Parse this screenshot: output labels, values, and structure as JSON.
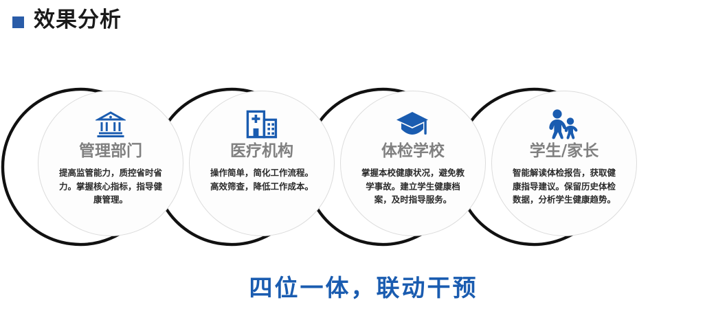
{
  "header": {
    "bullet_color": "#2a5ca8",
    "title": "效果分析"
  },
  "colors": {
    "accent_blue": "#1a5cb0",
    "icon_blue": "#1a5cb0",
    "node_title_gray": "#808080",
    "arc_black": "#111111",
    "circle_outline": "#dcdcdc"
  },
  "diagram": {
    "nodes": [
      {
        "id": "management",
        "icon": "bank-icon",
        "title": "管理部门",
        "desc": "提高监管能力，质控省时省力。掌握核心指标，指导健康管理。"
      },
      {
        "id": "medical",
        "icon": "hospital-icon",
        "title": "医疗机构",
        "desc": "操作简单，简化工作流程。高效筛查，降低工作成本。"
      },
      {
        "id": "school",
        "icon": "graduation-cap-icon",
        "title": "体检学校",
        "desc": "掌握本校健康状况，避免教学事故。建立学生健康档案，及时指导服务。"
      },
      {
        "id": "student-parent",
        "icon": "parent-child-icon",
        "title": "学生/家长",
        "desc": "智能解读体检报告，获取健康指导建议。保留历史体检数据，分析学生健康趋势。"
      }
    ]
  },
  "slogan": "四位一体，联动干预"
}
